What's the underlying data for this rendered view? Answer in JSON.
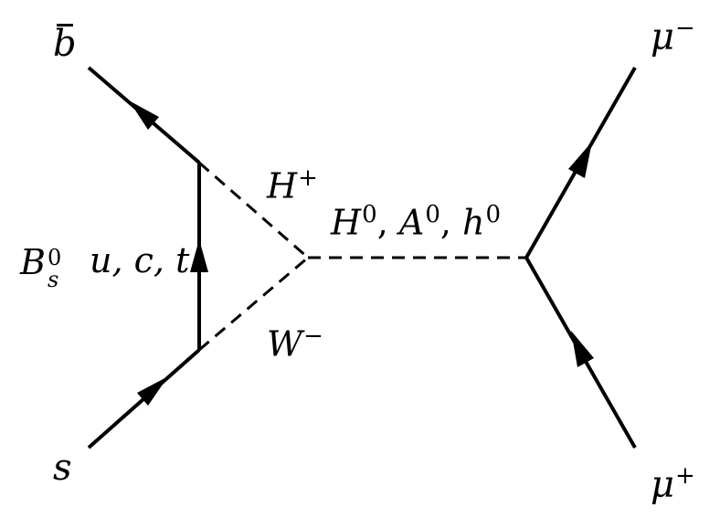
{
  "diagram": {
    "labels": {
      "b_bar": {
        "letter": "b",
        "bar": true
      },
      "s_quark": {
        "letter": "s"
      },
      "meson": {
        "letter": "B",
        "sup": "0",
        "sub": "s"
      },
      "loop_quarks": {
        "text": "u, c, t"
      },
      "h_plus": {
        "letter": "H",
        "sup": "+"
      },
      "w_minus": {
        "letter": "W",
        "sup": "−"
      },
      "neutral_higgs": [
        {
          "letter": "H",
          "sup": "0"
        },
        {
          "sep": ", "
        },
        {
          "letter": "A",
          "sup": "0"
        },
        {
          "sep": ", "
        },
        {
          "letter": "h",
          "sup": "0"
        }
      ],
      "mu_minus": {
        "letter": "μ",
        "sup": "−"
      },
      "mu_plus": {
        "letter": "μ",
        "sup": "+"
      }
    },
    "line_color": "#000000"
  }
}
